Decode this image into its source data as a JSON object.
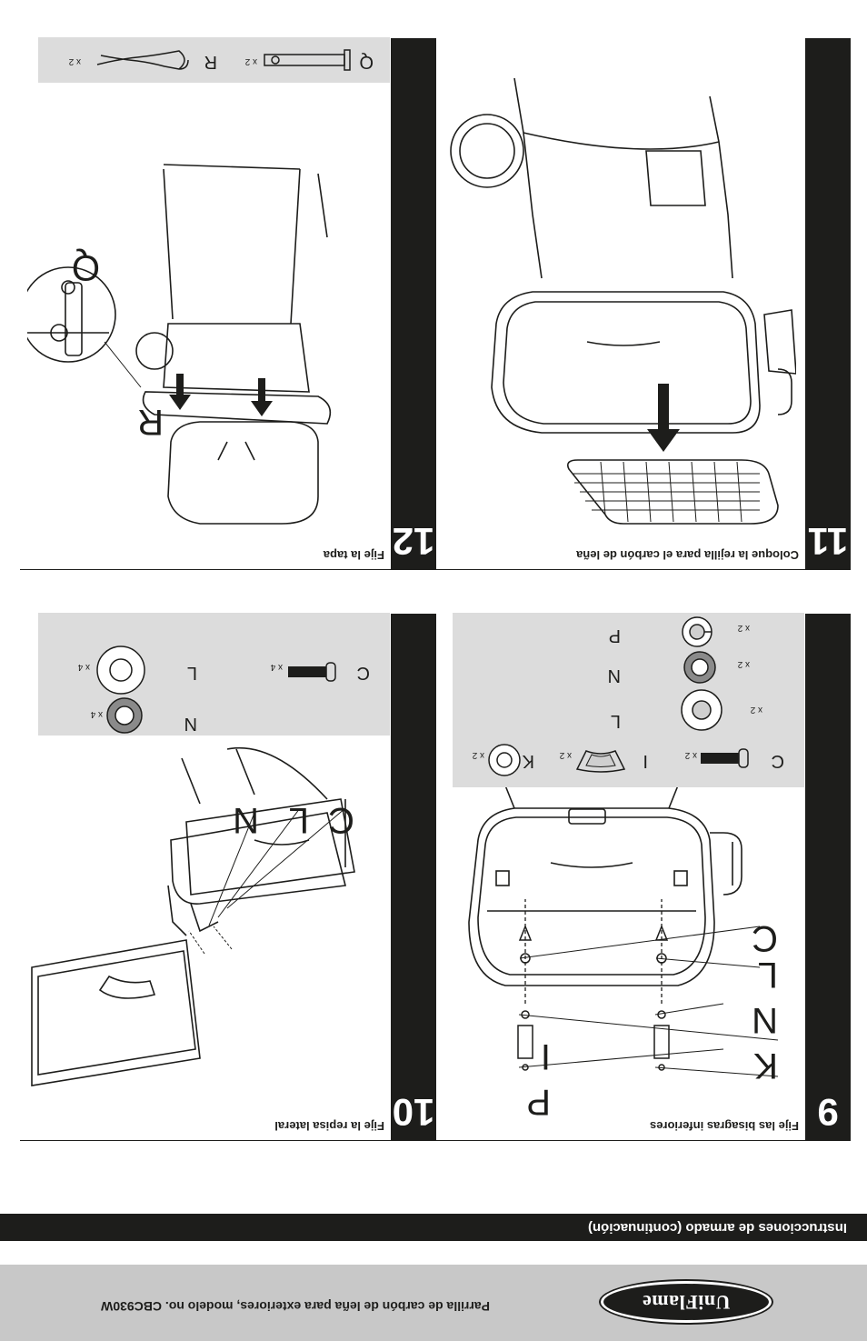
{
  "footer": {
    "brand": "UniFlame",
    "text": "Parrilla de carbón de leña para exteriores, modelo no. CBC930W"
  },
  "section": {
    "title": "Instrucciones de armado (continuación)"
  },
  "steps": [
    {
      "number": "9",
      "title": "Fije las bisagras inferiores",
      "parts": [
        {
          "letter": "C",
          "qty": "x 2"
        },
        {
          "letter": "I",
          "qty": "x 2"
        },
        {
          "letter": "K",
          "qty": "x 2"
        },
        {
          "letter": "L",
          "qty": "x 2"
        },
        {
          "letter": "N",
          "qty": "x 2"
        },
        {
          "letter": "P",
          "qty": "x 2"
        }
      ],
      "callouts": [
        "C",
        "L",
        "N",
        "K",
        "P",
        "I"
      ]
    },
    {
      "number": "10",
      "title": "Fije la repisa lateral",
      "parts": [
        {
          "letter": "C",
          "qty": "x 4"
        },
        {
          "letter": "L",
          "qty": "x 4"
        },
        {
          "letter": "N",
          "qty": "x 4"
        }
      ],
      "callouts": [
        "C",
        "L",
        "N"
      ]
    },
    {
      "number": "11",
      "title": "Coloque la rejilla para el carbón de leña",
      "parts": []
    },
    {
      "number": "12",
      "title": "Fije la tapa",
      "parts": [
        {
          "letter": "Q",
          "qty": "x 2"
        },
        {
          "letter": "R",
          "qty": "x 2"
        }
      ],
      "callouts": [
        "Q",
        "R"
      ]
    }
  ],
  "colors": {
    "dark": "#1d1d1b",
    "parts_bg": "#dcdcdc",
    "footer_bg": "#c8c8c8",
    "washer_gray": "#8a8a8a"
  }
}
